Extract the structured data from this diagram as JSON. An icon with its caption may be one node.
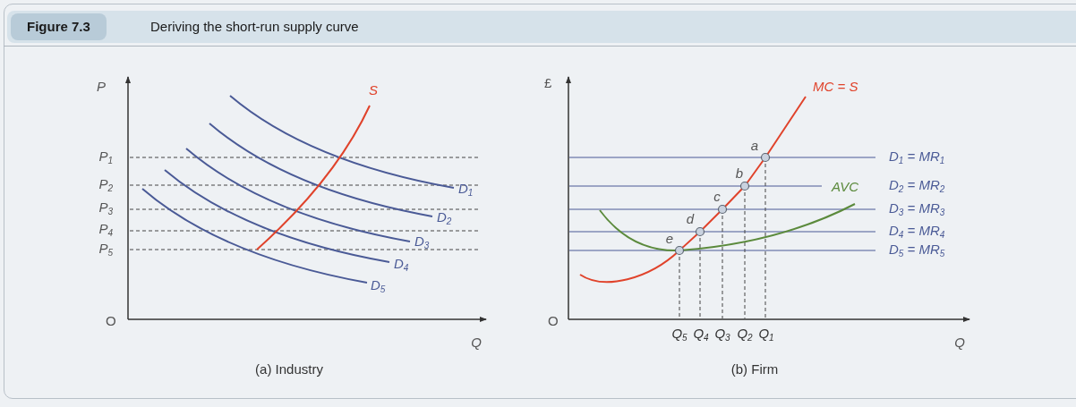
{
  "diagram": {
    "title": "Deriving the short-run supply curve",
    "labels": [
      "Figure 7.3",
      "P",
      "S",
      "P$_{1}$",
      "P$_{2}$",
      "P$_{3}$",
      "P$_{4}$",
      "P$_{5}$",
      "D$_{1}$",
      "D$_{2}$",
      "D$_{3}$",
      "D$_{4}$",
      "D$_{5}$",
      "O",
      "Q",
      "(a) Industry",
      "£",
      "MC = S",
      "a",
      "b",
      "c",
      "d",
      "e",
      "AVC",
      "D$_{1}$ = MR$_{1}$",
      "D$_{2}$ = MR$_{2}$",
      "D$_{3}$ = MR$_{3}$",
      "D$_{4}$ = MR$_{4}$",
      "D$_{5}$ = MR$_{5}$",
      "O",
      "Q$_{5}$",
      "Q$_{4}$",
      "Q$_{3}$",
      "Q$_{2}$",
      "Q$_{1}$",
      "Q",
      "(b) Firm"
    ]
  }
}
